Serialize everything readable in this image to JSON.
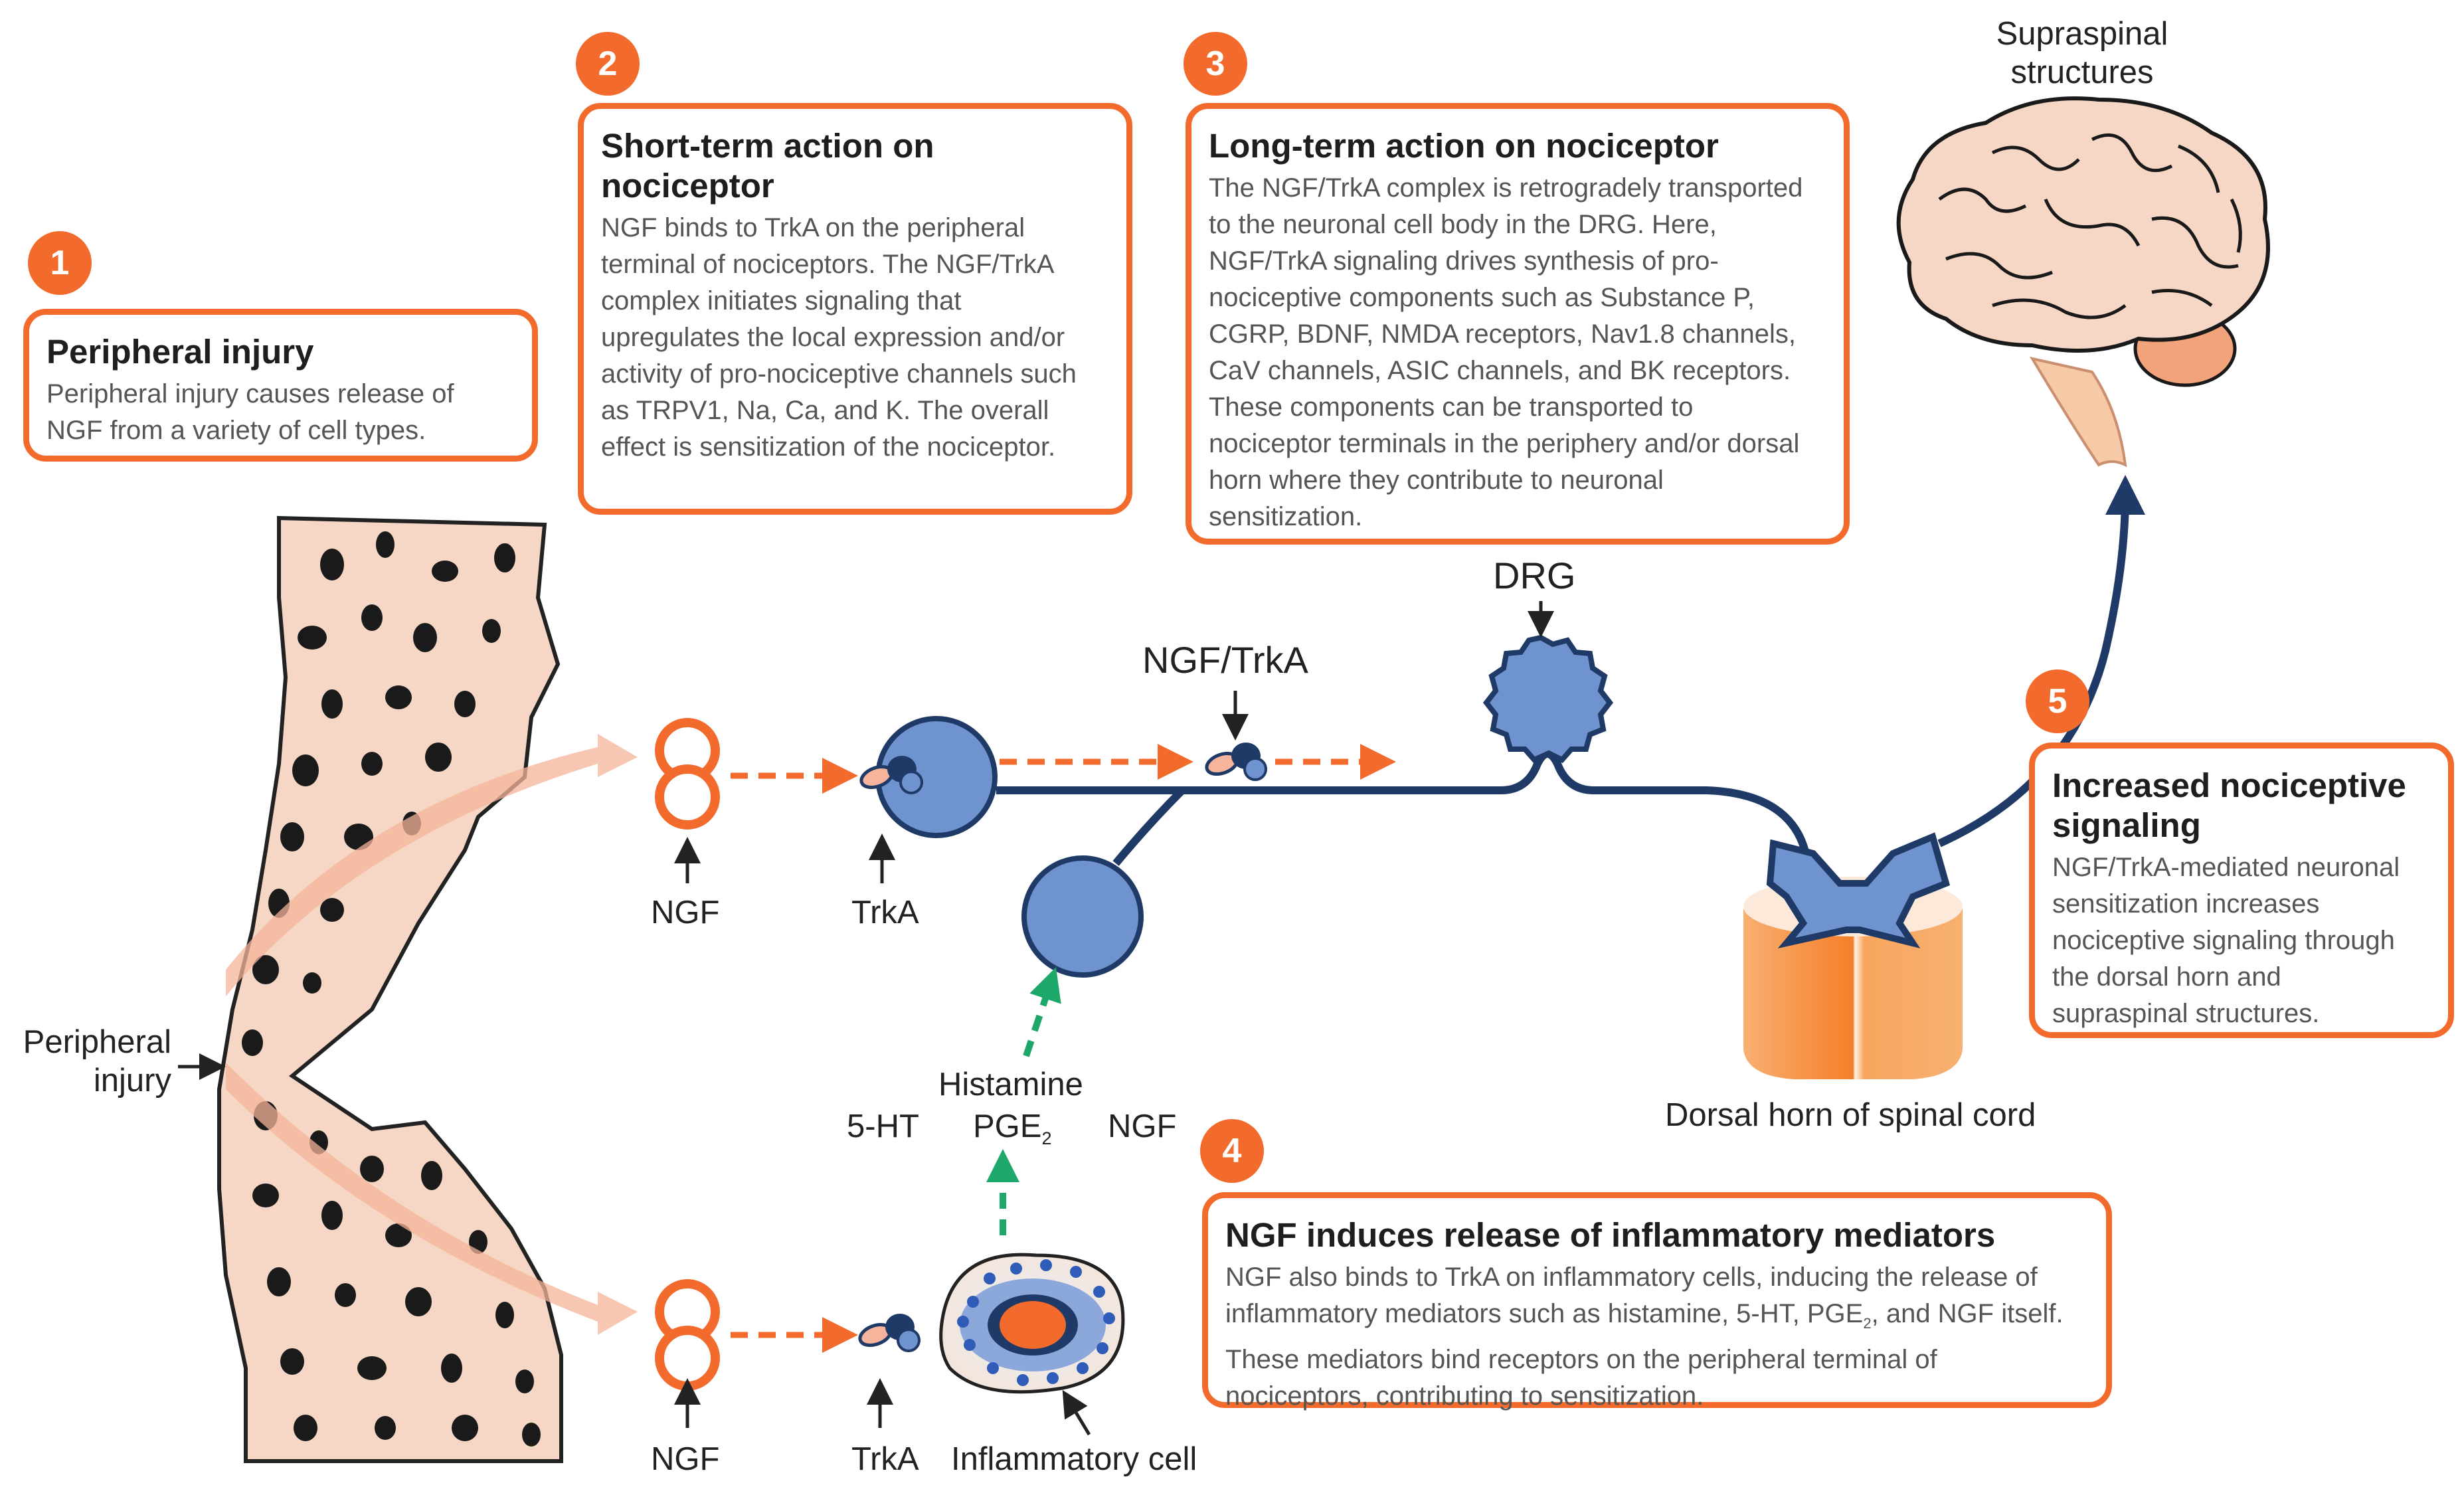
{
  "steps": [
    {
      "number": "1",
      "title": "Peripheral injury",
      "body": "Peripheral injury causes release of NGF from a variety of cell types."
    },
    {
      "number": "2",
      "title": "Short-term action on nociceptor",
      "body": "NGF binds to TrkA on the peripheral terminal of nociceptors. The NGF/TrkA complex initiates signaling that upregulates the local expression and/or activity of pro-nociceptive channels such as TRPV1, Na, Ca, and K. The overall effect is sensitization of the nociceptor."
    },
    {
      "number": "3",
      "title": "Long-term action on nociceptor",
      "body": "The NGF/TrkA complex is retrogradely transported to the neuronal cell body in the DRG. Here, NGF/TrkA signaling drives synthesis of pro-nociceptive components such as Substance P, CGRP, BDNF, NMDA receptors, Nav1.8 channels, CaV channels, ASIC channels, and BK receptors. These components can be transported to nociceptor terminals in the periphery and/or dorsal horn where they contribute to neuronal sensitization."
    },
    {
      "number": "4",
      "title": "NGF induces release of inflammatory mediators",
      "body_before_sub": "NGF also binds to TrkA on inflammatory cells, inducing the release of inflammatory mediators such as histamine, 5-HT, PGE",
      "body_sub": "2",
      "body_after_sub": ", and NGF itself. These mediators bind receptors on the peripheral terminal of nociceptors, contributing to sensitization."
    },
    {
      "number": "5",
      "title": "Increased nociceptive signaling",
      "body": "NGF/TrkA-mediated neuronal sensitization increases nociceptive signaling through the dorsal horn and supraspinal structures."
    }
  ],
  "labels": {
    "supraspinal_line1": "Supraspinal",
    "supraspinal_line2": "structures",
    "drg": "DRG",
    "ngf_trka": "NGF/TrkA",
    "ngf_top": "NGF",
    "trka_top": "TrkA",
    "peripheral_injury_line1": "Peripheral",
    "peripheral_injury_line2": "injury",
    "histamine": "Histamine",
    "five_ht": "5-HT",
    "pge_base": "PGE",
    "pge_sub": "2",
    "ngf_mediator": "NGF",
    "dorsal_horn": "Dorsal horn of spinal cord",
    "ngf_bottom": "NGF",
    "trka_bottom": "TrkA",
    "inflammatory_cell": "Inflammatory cell"
  },
  "colors": {
    "accent_orange": "#F26B2C",
    "neuron_blue": "#6F93CF",
    "axon_navy": "#1F3A66",
    "mediator_green": "#1DA86A",
    "tissue_fill": "#F6D6C4"
  }
}
